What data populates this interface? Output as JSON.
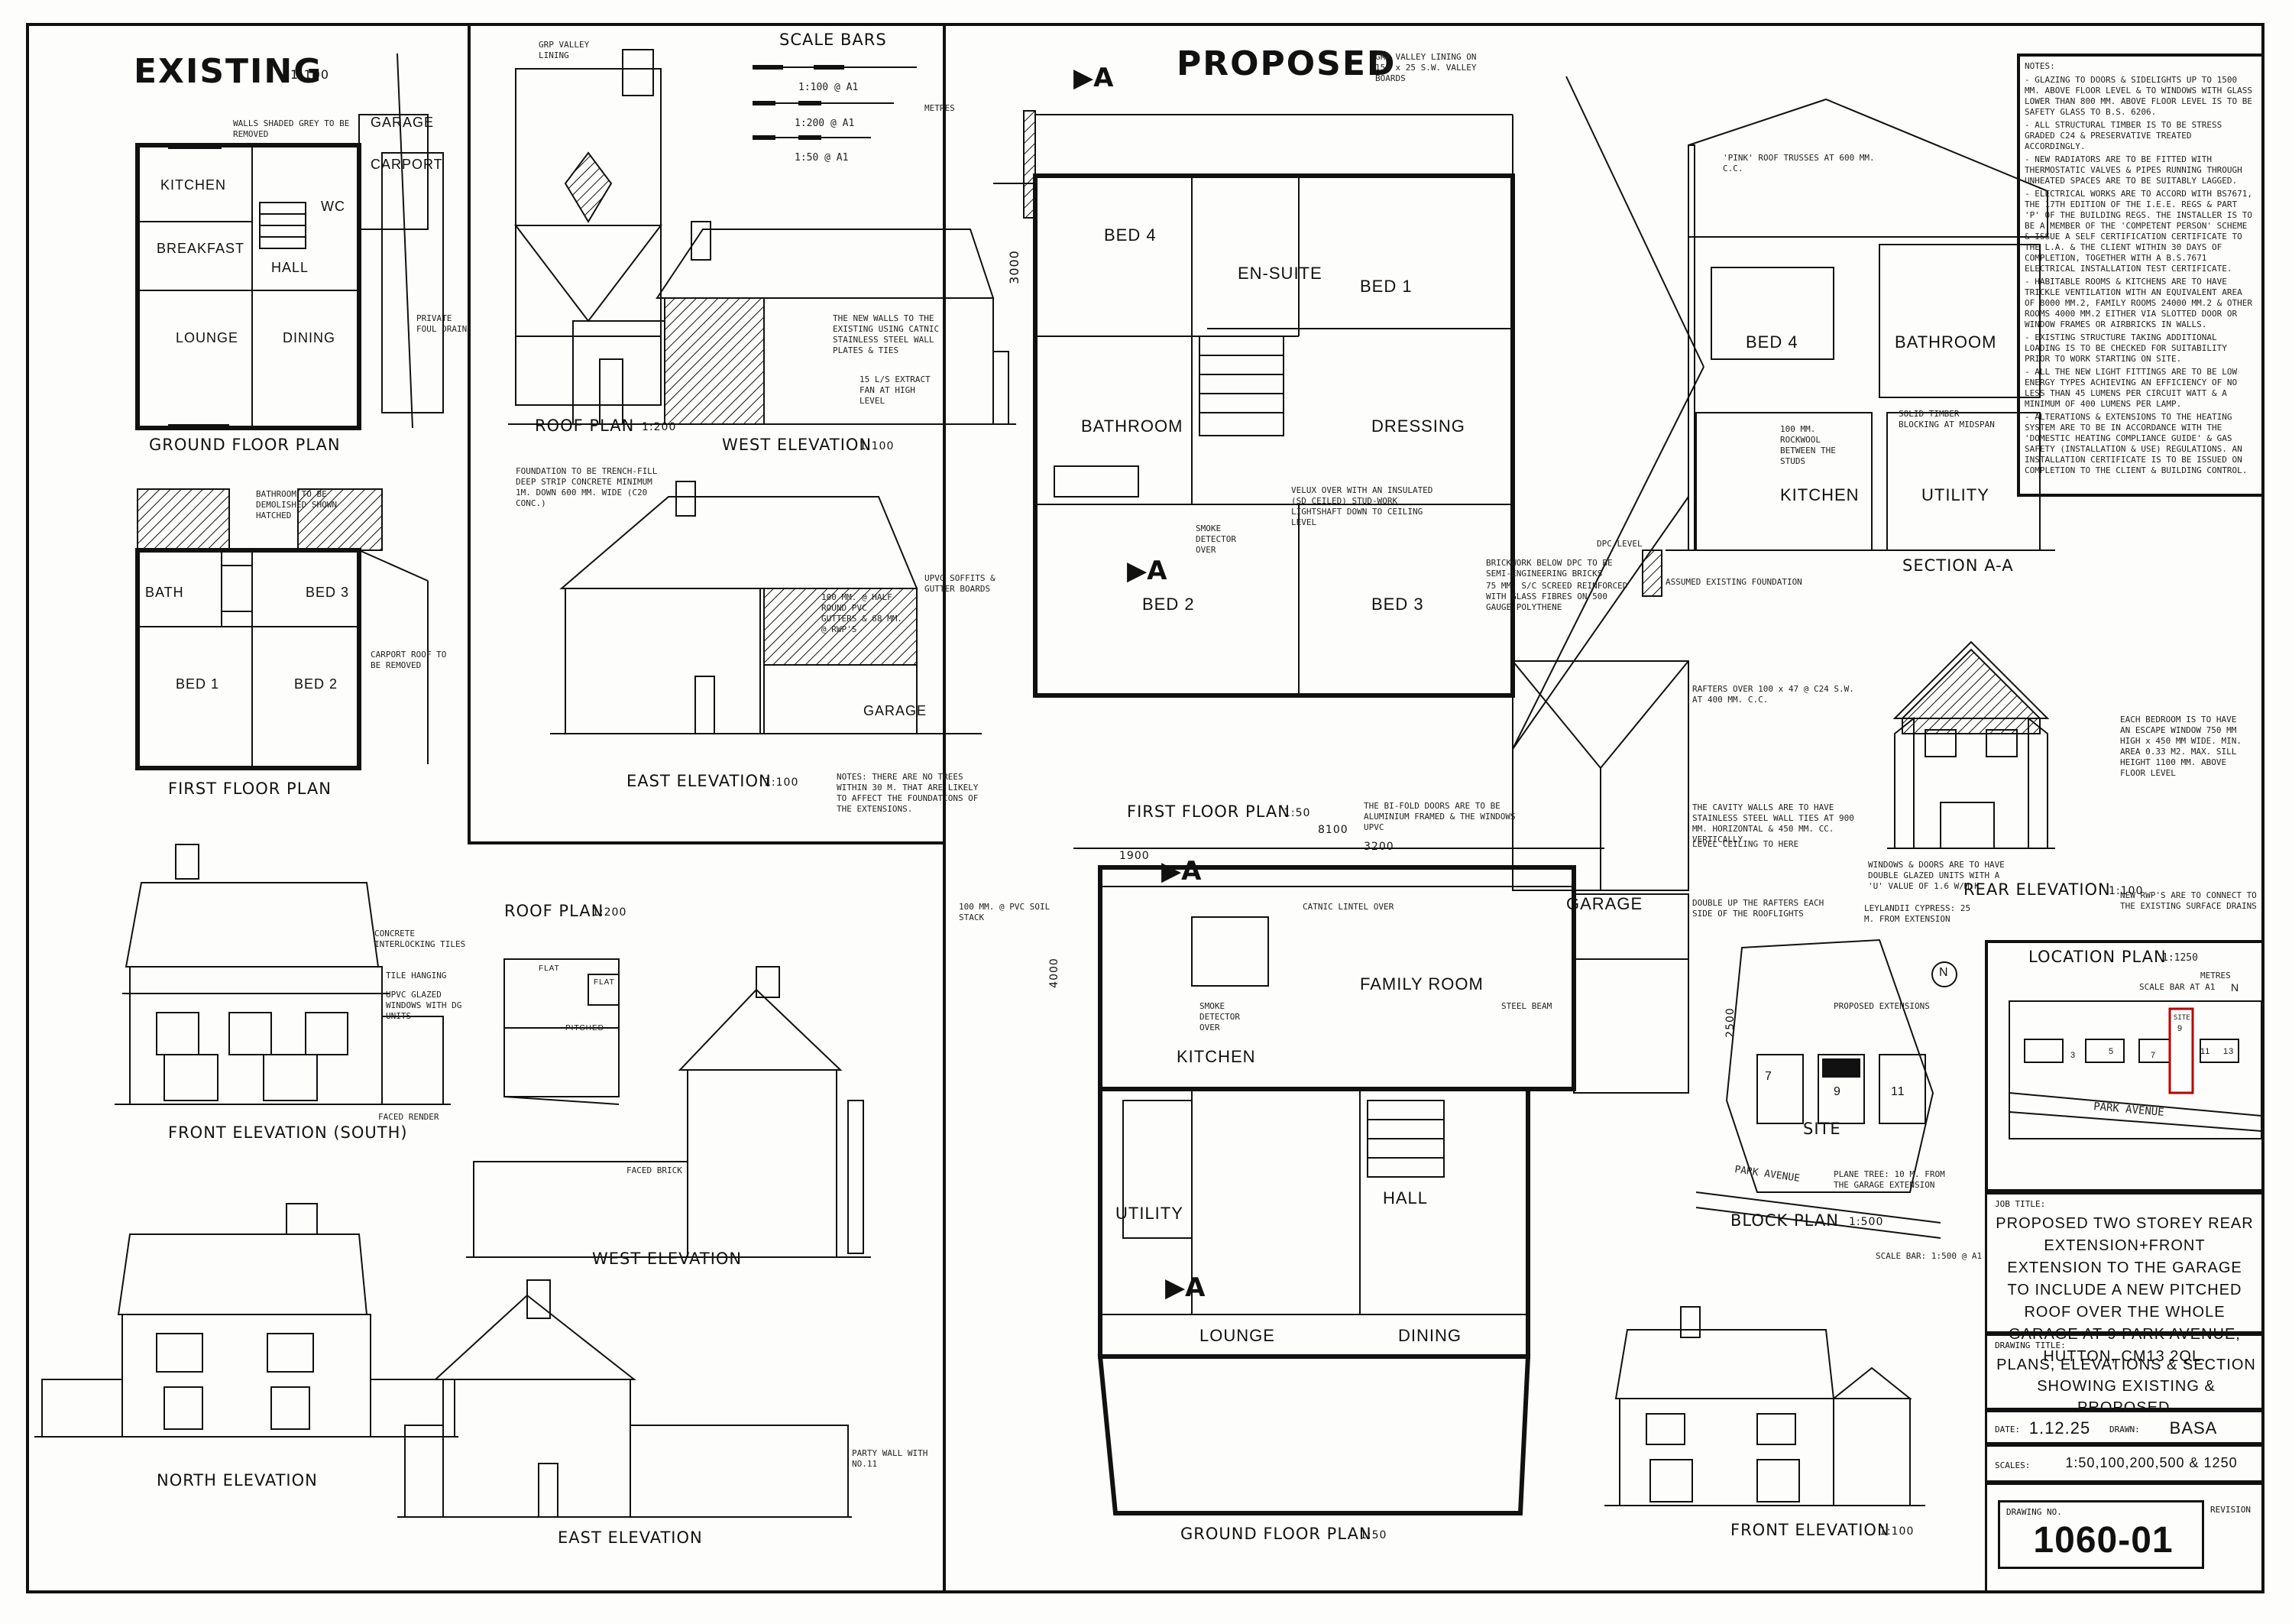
{
  "existing": {
    "title": "EXISTING",
    "scale": "1:100",
    "ground_floor_plan": "GROUND FLOOR PLAN",
    "first_floor_plan": "FIRST FLOOR PLAN",
    "front_elevation": "FRONT ELEVATION (SOUTH)",
    "north_elevation": "NORTH ELEVATION",
    "east_elevation": "EAST ELEVATION",
    "west_elevation": "WEST ELEVATION",
    "roof_plan": "ROOF PLAN",
    "roof_plan_scale": "1:200",
    "rooms": {
      "kitchen": "KITCHEN",
      "wc": "WC",
      "garage": "GARAGE",
      "carport": "CARPORT",
      "breakfast": "BREAKFAST",
      "hall": "HALL",
      "lounge": "LOUNGE",
      "dining": "DINING",
      "bath": "BATH",
      "bed3": "BED 3",
      "bed1": "BED 1",
      "bed2": "BED 2",
      "flat": "FLAT",
      "pitched": "PITCHED"
    },
    "notes": {
      "walls_removed": "WALLS SHADED GREY TO BE REMOVED",
      "foul_drain": "PRIVATE FOUL DRAIN",
      "bathroom_removed": "BATHROOM TO BE DEMOLISHED SHOWN HATCHED",
      "carport_removed": "CARPORT ROOF TO BE REMOVED",
      "concrete_tiles": "CONCRETE INTERLOCKING TILES",
      "tile_hanging": "TILE HANGING",
      "upvc_windows": "UPVC GLAZED WINDOWS WITH DG UNITS",
      "faced_render": "FACED RENDER",
      "faced_brick": "FACED BRICK",
      "party_wall": "PARTY WALL WITH NO.11"
    }
  },
  "scale_bars": {
    "title": "SCALE BARS",
    "s100": "1:100 @ A1",
    "s200": "1:200 @ A1",
    "s50": "1:50 @ A1",
    "metres": "METRES"
  },
  "proposed": {
    "title": "PROPOSED",
    "section_marker": "A",
    "roof_plan": "ROOF PLAN",
    "roof_plan_scale": "1:200",
    "west_elevation": "WEST ELEVATION",
    "west_elevation_scale": "1:100",
    "east_elevation": "EAST ELEVATION",
    "east_elevation_scale": "1:100",
    "first_floor_plan": "FIRST FLOOR PLAN",
    "first_floor_scale": "1:50",
    "ground_floor_plan": "GROUND FLOOR PLAN",
    "ground_floor_scale": "1:50",
    "section": "SECTION A-A",
    "rear_elevation": "REAR ELEVATION",
    "rear_elevation_scale": "1:100",
    "front_elevation": "FRONT ELEVATION",
    "front_elevation_scale": "1:100",
    "block_plan": "BLOCK PLAN",
    "block_plan_scale": "1:500",
    "site": "SITE",
    "garage_label": "GARAGE",
    "rooms": {
      "bed4": "BED 4",
      "en_suite": "EN-SUITE",
      "bed1": "BED 1",
      "bathroom": "BATHROOM",
      "dressing": "DRESSING",
      "bed2": "BED 2",
      "bed3": "BED 3",
      "garage": "GARAGE",
      "family_room": "FAMILY ROOM",
      "kitchen": "KITCHEN",
      "utility": "UTILITY",
      "hall": "HALL",
      "lounge": "LOUNGE",
      "dining": "DINING"
    },
    "dims": {
      "d3000": "3000",
      "d1900": "1900",
      "d8100": "8100",
      "d3200": "3200",
      "d4000": "4000",
      "d2500": "2500"
    },
    "notes": {
      "grp_valley": "GRP VALLEY LINING ON 150 x 25 S.W. VALLEY BOARDS",
      "grp_valley_short": "GRP VALLEY LINING",
      "pink_roof": "'PINK' ROOF TRUSSES AT 600 MM. C.C.",
      "new_walls": "THE NEW WALLS TO THE EXISTING USING CATNIC STAINLESS STEEL WALL PLATES & TIES",
      "extract_fan": "15 L/S EXTRACT FAN AT HIGH LEVEL",
      "foundation": "FOUNDATION TO BE TRENCH-FILL DEEP STRIP CONCRETE MINIMUM 1M. DOWN 600 MM. WIDE (C20 CONC.)",
      "no_trees": "NOTES: THERE ARE NO TREES WITHIN 30 M. THAT ARE LIKELY TO AFFECT THE FOUNDATIONS OF THE EXTENSIONS.",
      "bifold": "THE BI-FOLD DOORS ARE TO BE ALUMINIUM FRAMED & THE WINDOWS UPVC",
      "gutters": "100 MM. @ HALF ROUND PVC GUTTERS & 68 MM. @ RWP'S",
      "upvc_soffit": "UPVC SOFFITS & GUTTER BOARDS",
      "soil_pipe": "100 MM. @ PVC SOIL STACK",
      "smoke": "SMOKE DETECTOR OVER",
      "lintel": "CATNIC LINTEL OVER",
      "steel": "STEEL BEAM",
      "velux": "VELUX OVER WITH AN INSULATED (SD CEILED) STUD-WORK LIGHTSHAFT DOWN TO CEILING LEVEL",
      "rafters": "RAFTERS OVER 100 x 47 @ C24 S.W. AT 400 MM. C.C.",
      "cavity": "THE CAVITY WALLS ARE TO HAVE STAINLESS STEEL WALL TIES AT 900 MM. HORIZONTAL & 450 MM. CC. VERTICALLY",
      "level_ceiling": "LEVEL CEILING TO HERE",
      "double_rafters": "DOUBLE UP THE RAFTERS EACH SIDE OF THE ROOFLIGHTS",
      "leyland": "LEYLANDII CYPRESS: 25 M. FROM EXTENSION",
      "proposed_ext": "PROPOSED EXTENSIONS",
      "plane_tree": "PLANE TREE: 10 M. FROM THE GARAGE EXTENSION",
      "scale_bar_block": "SCALE BAR: 1:500 @ A1",
      "window_doors": "WINDOWS & DOORS ARE TO HAVE DOUBLE GLAZED UNITS WITH A 'U' VALUE OF 1.6 W/M.K",
      "escape_window": "EACH BEDROOM IS TO HAVE AN ESCAPE WINDOW 750 MM HIGH x 450 MM WIDE. MIN. AREA 0.33 M2. MAX. SILL HEIGHT 1100 MM. ABOVE FLOOR LEVEL",
      "drains": "NEW RWP'S ARE TO CONNECT TO THE EXISTING SURFACE DRAINS",
      "existing_foundation": "ASSUMED EXISTING FOUNDATION",
      "solid_timber": "SOLID TIMBER BLOCKING AT MIDSPAN",
      "rockwool": "100 MM. ROCKWOOL BETWEEN THE STUDS",
      "screed": "75 MM. S/C SCREED REINFORCED WITH GLASS FIBRES ON 500 GAUGE POLYTHENE",
      "brickwork": "BRICKWORK BELOW DPC TO BE SEMI-ENGINEERING BRICKS",
      "dpc": "DPC LEVEL",
      "party_wall": "PARTY WALL WITH NO.11"
    }
  },
  "general_notes": {
    "title": "NOTES:",
    "items": [
      "- GLAZING TO DOORS & SIDELIGHTS UP TO 1500 MM. ABOVE FLOOR LEVEL & TO WINDOWS WITH GLASS LOWER THAN 800 MM. ABOVE FLOOR LEVEL IS TO BE SAFETY GLASS TO B.S. 6206.",
      "- ALL STRUCTURAL TIMBER IS TO BE STRESS GRADED C24 & PRESERVATIVE TREATED ACCORDINGLY.",
      "- NEW RADIATORS ARE TO BE FITTED WITH THERMOSTATIC VALVES & PIPES RUNNING THROUGH UNHEATED SPACES ARE TO BE SUITABLY LAGGED.",
      "- ELECTRICAL WORKS ARE TO ACCORD WITH BS7671, THE 17TH EDITION OF THE I.E.E. REGS & PART 'P' OF THE BUILDING REGS. THE INSTALLER IS TO BE A MEMBER OF THE 'COMPETENT PERSON' SCHEME & ISSUE A SELF CERTIFICATION CERTIFICATE TO THE L.A. & THE CLIENT WITHIN 30 DAYS OF COMPLETION, TOGETHER WITH A B.S.7671 ELECTRICAL INSTALLATION TEST CERTIFICATE.",
      "- HABITABLE ROOMS & KITCHENS ARE TO HAVE TRICKLE VENTILATION WITH AN EQUIVALENT AREA OF 8000 MM.2, FAMILY ROOMS 24000 MM.2 & OTHER ROOMS 4000 MM.2 EITHER VIA SLOTTED DOOR OR WINDOW FRAMES OR AIRBRICKS IN WALLS.",
      "- EXISTING STRUCTURE TAKING ADDITIONAL LOADING IS TO BE CHECKED FOR SUITABILITY PRIOR TO WORK STARTING ON SITE.",
      "- ALL THE NEW LIGHT FITTINGS ARE TO BE LOW ENERGY TYPES ACHIEVING AN EFFICIENCY OF NO LESS THAN 45 LUMENS PER CIRCUIT WATT & A MINIMUM OF 400 LUMENS PER LAMP.",
      "- ALTERATIONS & EXTENSIONS TO THE HEATING SYSTEM ARE TO BE IN ACCORDANCE WITH THE 'DOMESTIC HEATING COMPLIANCE GUIDE' & GAS SAFETY (INSTALLATION & USE) REGULATIONS. AN INSTALLATION CERTIFICATE IS TO BE ISSUED ON COMPLETION TO THE CLIENT & BUILDING CONTROL."
    ]
  },
  "location_plan": {
    "title": "LOCATION PLAN",
    "scale": "1:1250",
    "metres": "METRES",
    "scale_bar": "SCALE BAR AT A1",
    "road": "PARK AVENUE",
    "plots": [
      "3",
      "5",
      "7",
      "9",
      "11",
      "13"
    ],
    "site_label": "SITE",
    "north": "N"
  },
  "block_plots": [
    "7",
    "9",
    "11"
  ],
  "title_block": {
    "job_title_label": "JOB TITLE:",
    "job_title": "PROPOSED TWO STOREY REAR EXTENSION+FRONT EXTENSION TO THE GARAGE TO INCLUDE A NEW PITCHED ROOF OVER THE WHOLE GARAGE AT 9 PARK AVENUE, HUTTON, CM13 2QL.",
    "drawing_title_label": "DRAWING TITLE:",
    "drawing_title": "PLANS, ELEVATIONS & SECTION SHOWING EXISTING & PROPOSED.",
    "date_label": "DATE:",
    "date": "1.12.25",
    "drawn_label": "DRAWN:",
    "drawn": "BASA",
    "scales_label": "SCALES:",
    "scales": "1:50,100,200,500 & 1250",
    "drawing_no_label": "DRAWING NO.",
    "revision_label": "REVISION",
    "drawing_no": "1060-01"
  }
}
